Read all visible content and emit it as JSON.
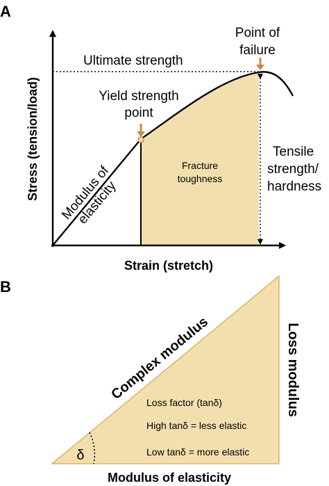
{
  "panel_a": {
    "letter": "A",
    "y_axis_label": "Stress (tension/load)",
    "x_axis_label": "Strain (stretch)",
    "ultimate_strength": "Ultimate strength",
    "point_of_failure": [
      "Point of",
      "failure"
    ],
    "yield_strength_point": [
      "Yield strength",
      "point"
    ],
    "modulus_of_elasticity": [
      "Modulus of",
      "elasticity"
    ],
    "fracture_toughness": [
      "Fracture",
      "toughness"
    ],
    "tensile_strength": [
      "Tensile",
      "strength/",
      "hardness"
    ]
  },
  "panel_b": {
    "letter": "B",
    "complex_modulus": "Complex modulus",
    "loss_modulus": "Loss modulus",
    "modulus_of_elasticity": "Modulus of elasticity",
    "delta_symbol": "δ",
    "loss_factor": "Loss factor (tanδ)",
    "high_tan": "High tanδ = less elastic",
    "low_tan": "Low tanδ = more elastic"
  },
  "colors": {
    "fill": "#f3dfae",
    "fill_stroke": "#d7b56b",
    "marker": "#c8894a",
    "line": "#000000"
  }
}
